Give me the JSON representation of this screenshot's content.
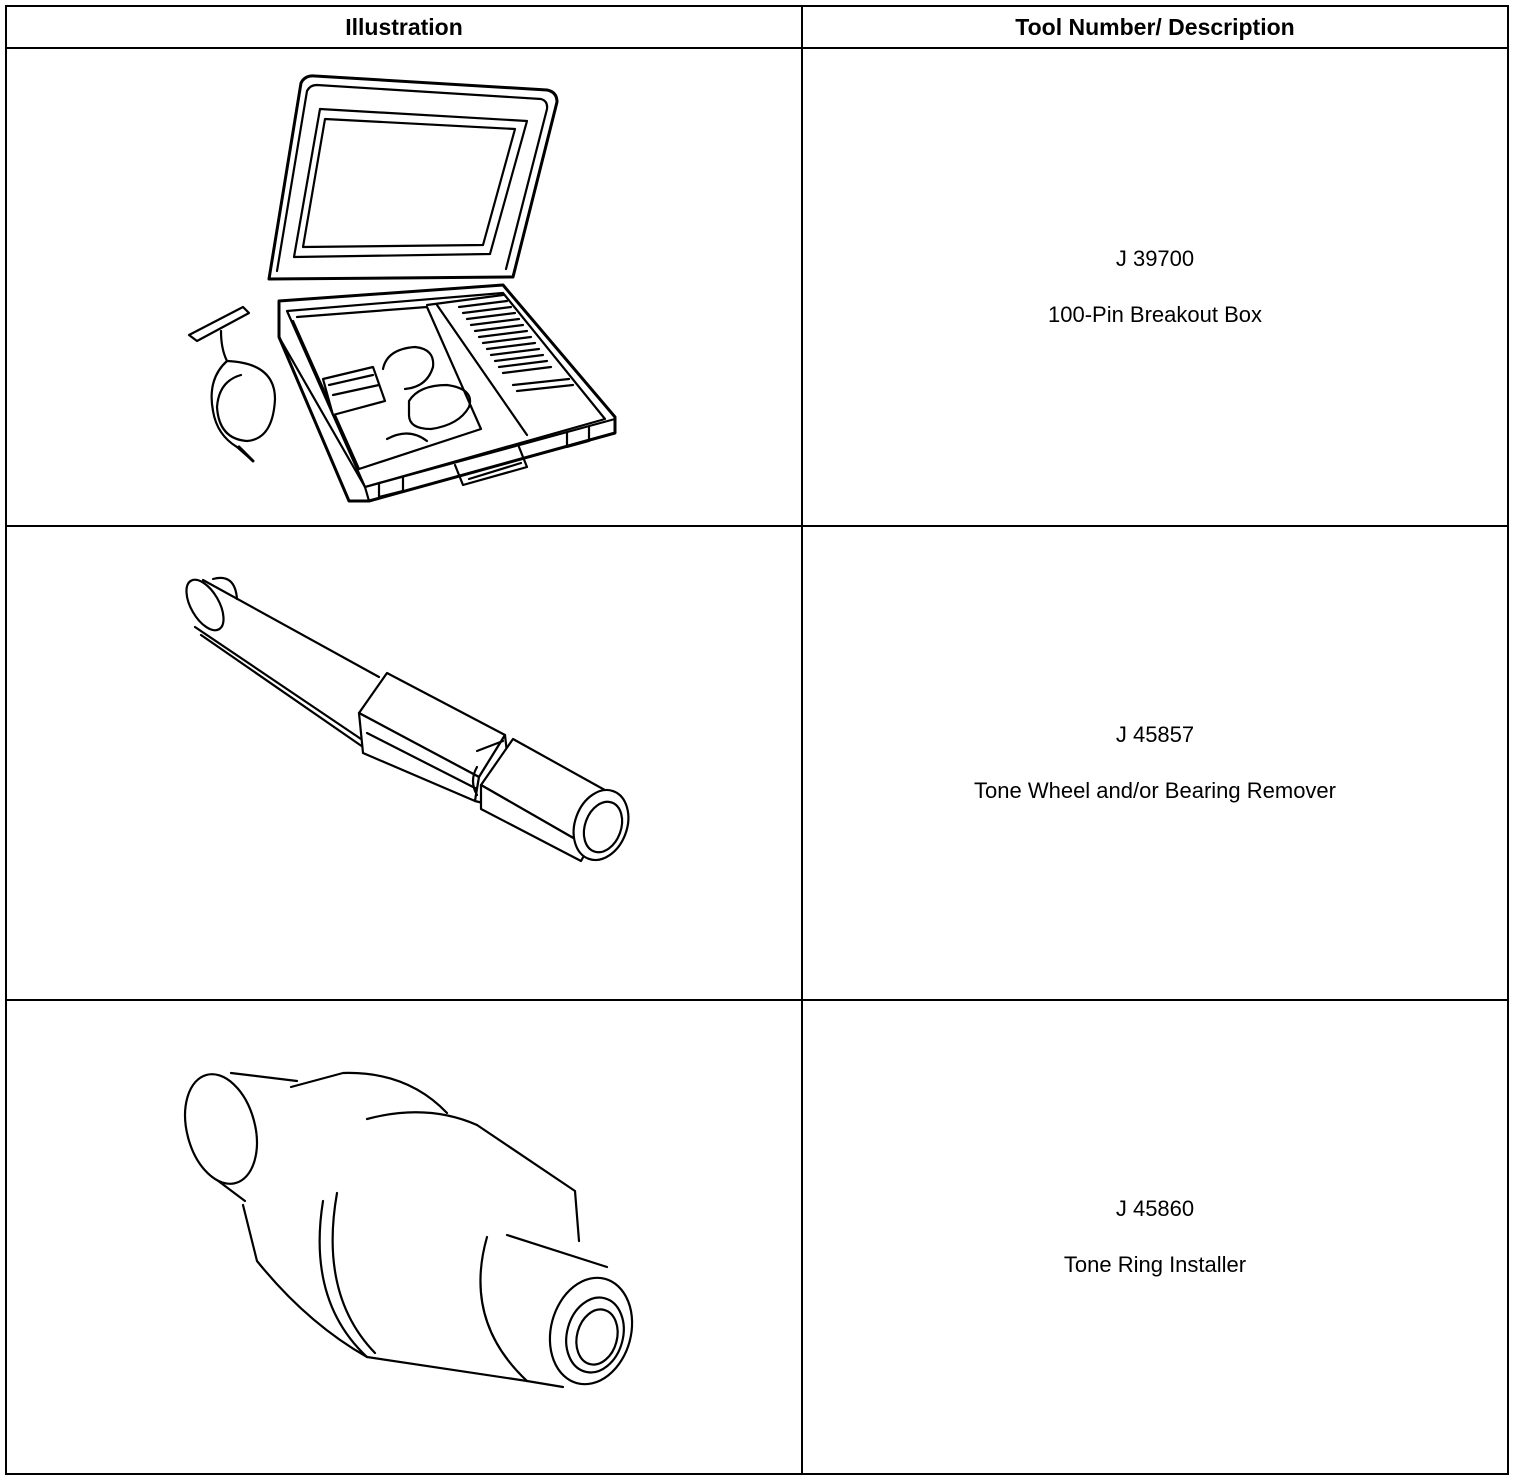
{
  "table": {
    "headers": [
      "Illustration",
      "Tool Number/ Description"
    ],
    "rows": [
      {
        "illustration": "breakout-box-case-icon",
        "tool_number": "J 39700",
        "description": "100-Pin Breakout Box"
      },
      {
        "illustration": "remover-tool-icon",
        "tool_number": "J 45857",
        "description": "Tone Wheel and/or Bearing Remover"
      },
      {
        "illustration": "ring-installer-icon",
        "tool_number": "J 45860",
        "description": "Tone Ring Installer"
      }
    ]
  }
}
